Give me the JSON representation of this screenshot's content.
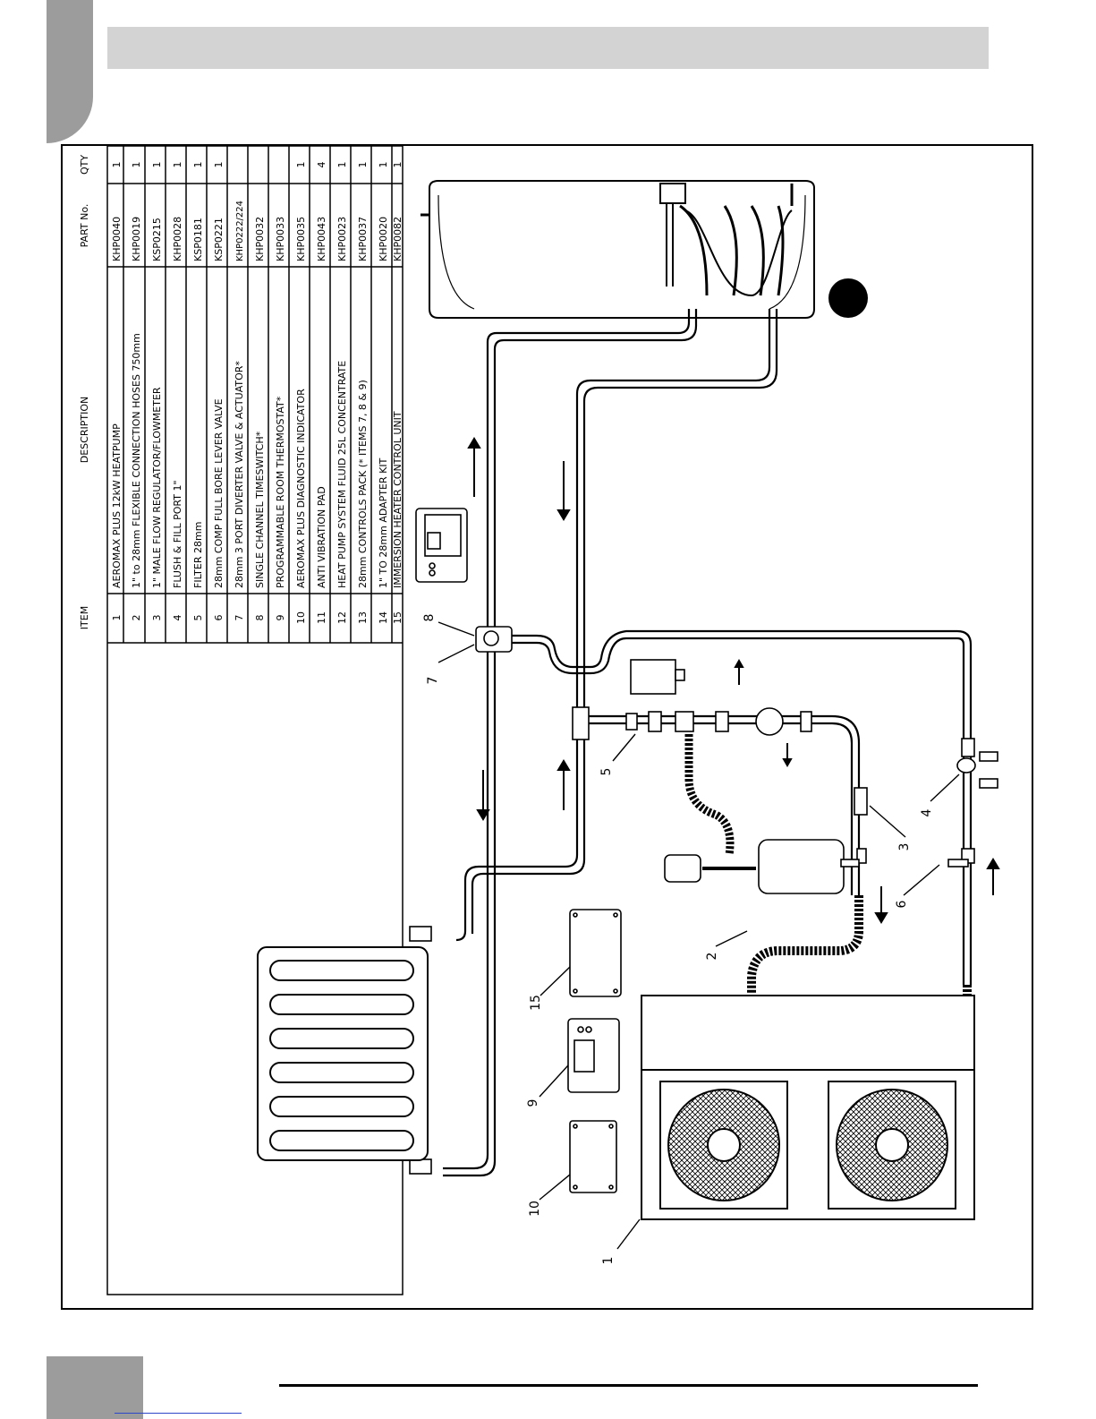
{
  "parts_table": {
    "headers": {
      "item": "ITEM",
      "description": "DESCRIPTION",
      "part_no": "PART No.",
      "qty": "QTY"
    },
    "rows": [
      {
        "item": "1",
        "description": "AEROMAX PLUS 12kW HEATPUMP",
        "part_no": "KHP0040",
        "qty": "1"
      },
      {
        "item": "2",
        "description": "1\" to 28mm FLEXIBLE CONNECTION HOSES 750mm",
        "part_no": "KHP0019",
        "qty": "1"
      },
      {
        "item": "3",
        "description": "1\" MALE FLOW REGULATOR/FLOWMETER",
        "part_no": "KSP0215",
        "qty": "1"
      },
      {
        "item": "4",
        "description": "FLUSH & FILL PORT 1\"",
        "part_no": "KHP0028",
        "qty": "1"
      },
      {
        "item": "5",
        "description": "FILTER 28mm",
        "part_no": "KSP0181",
        "qty": "1"
      },
      {
        "item": "6",
        "description": "28mm COMP FULL BORE LEVER VALVE",
        "part_no": "KSP0221",
        "qty": "1"
      },
      {
        "item": "7",
        "description": "28mm 3 PORT DIVERTER VALVE & ACTUATOR*",
        "part_no": "KHP0222/224",
        "qty": ""
      },
      {
        "item": "8",
        "description": "SINGLE CHANNEL TIMESWITCH*",
        "part_no": "KHP0032",
        "qty": ""
      },
      {
        "item": "9",
        "description": "PROGRAMMABLE ROOM THERMOSTAT*",
        "part_no": "KHP0033",
        "qty": ""
      },
      {
        "item": "10",
        "description": "AEROMAX PLUS DIAGNOSTIC INDICATOR",
        "part_no": "KHP0035",
        "qty": "1"
      },
      {
        "item": "11",
        "description": "ANTI VIBRATION PAD",
        "part_no": "KHP0043",
        "qty": "4"
      },
      {
        "item": "12",
        "description": "HEAT PUMP SYSTEM FLUID 25L CONCENTRATE",
        "part_no": "KHP0023",
        "qty": "1"
      },
      {
        "item": "13",
        "description": "28mm CONTROLS PACK (* ITEMS 7, 8 & 9)",
        "part_no": "KHP0037",
        "qty": "1"
      },
      {
        "item": "14",
        "description": "1\" TO 28mm ADAPTER KIT",
        "part_no": "KHP0020",
        "qty": "1"
      },
      {
        "item": "15",
        "description": "IMMERSION HEATER CONTROL UNIT",
        "part_no": "KHP0082",
        "qty": "1"
      }
    ]
  },
  "callouts": {
    "c1": "1",
    "c2": "2",
    "c3": "3",
    "c4": "4",
    "c5": "5",
    "c6": "6",
    "c7": "7",
    "c8": "8",
    "c9": "9",
    "c10": "10",
    "c15": "15"
  }
}
